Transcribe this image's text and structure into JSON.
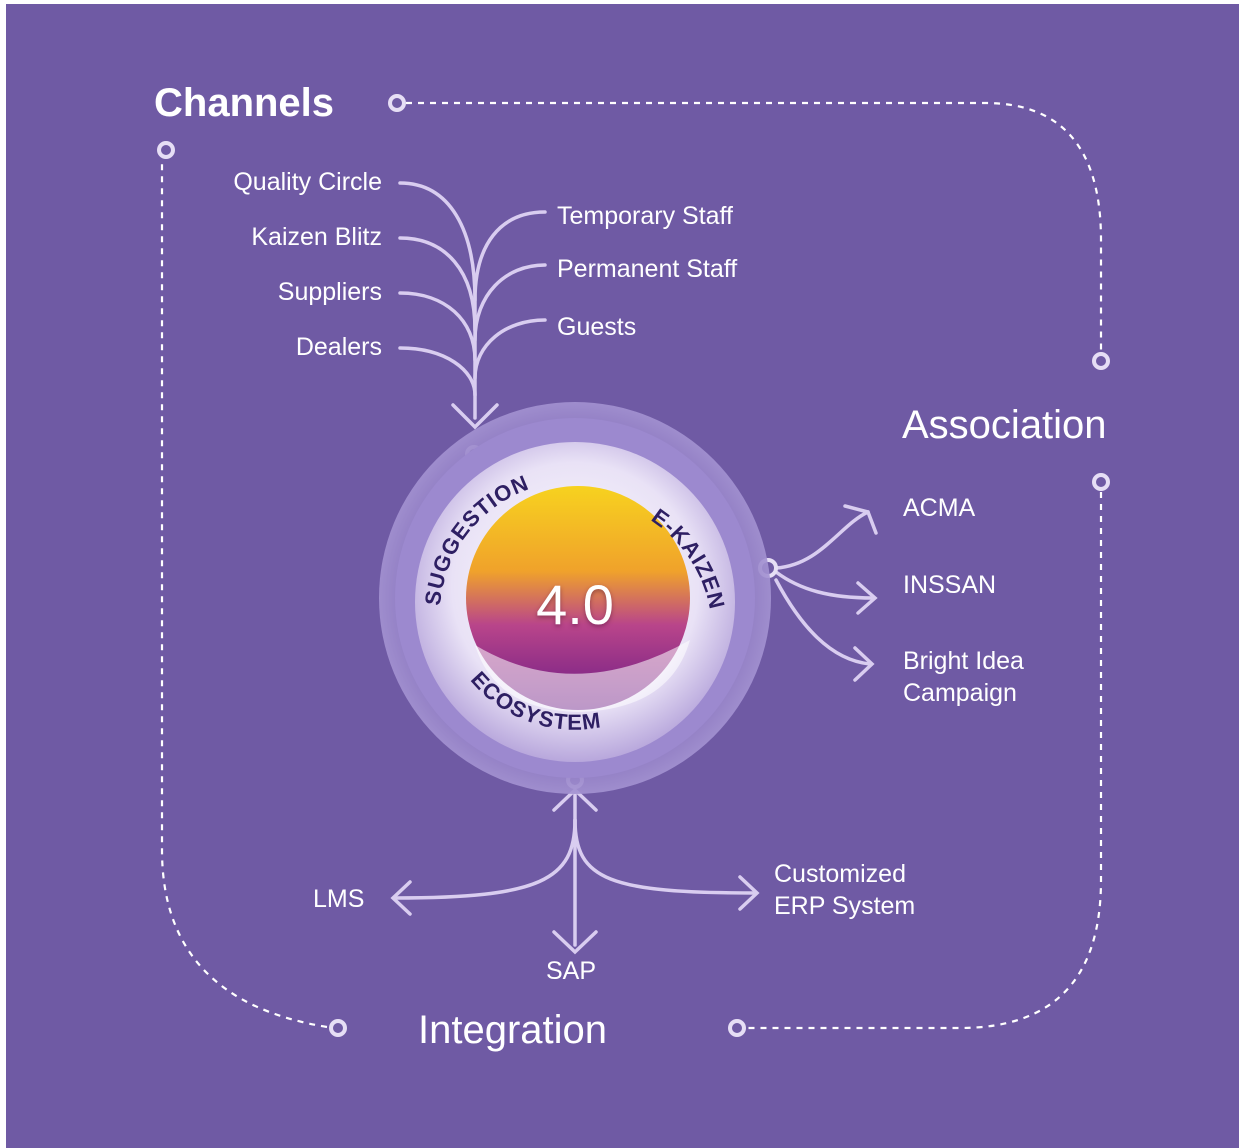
{
  "sections": {
    "channels": "Channels",
    "association": "Association",
    "integration": "Integration"
  },
  "channels_items": {
    "left": [
      "Quality Circle",
      "Kaizen Blitz",
      "Suppliers",
      "Dealers"
    ],
    "right": [
      "Temporary Staff",
      "Permanent Staff",
      "Guests"
    ]
  },
  "association_items": [
    "ACMA",
    "INSSAN",
    "Bright Idea",
    "Campaign"
  ],
  "integration_items": {
    "lms": "LMS",
    "sap": "SAP",
    "erp_line1": "Customized",
    "erp_line2": "ERP System"
  },
  "core": {
    "top": "SUGGESTION",
    "right": "E-KAIZEN",
    "bottom": "ECOSYSTEM",
    "version": "4.0"
  },
  "colors": {
    "background": "#6f5aa4",
    "line": "#d9cdf0",
    "core_gold": "#f3c41c",
    "core_purple": "#7a1f8f",
    "text": "#ffffff"
  }
}
